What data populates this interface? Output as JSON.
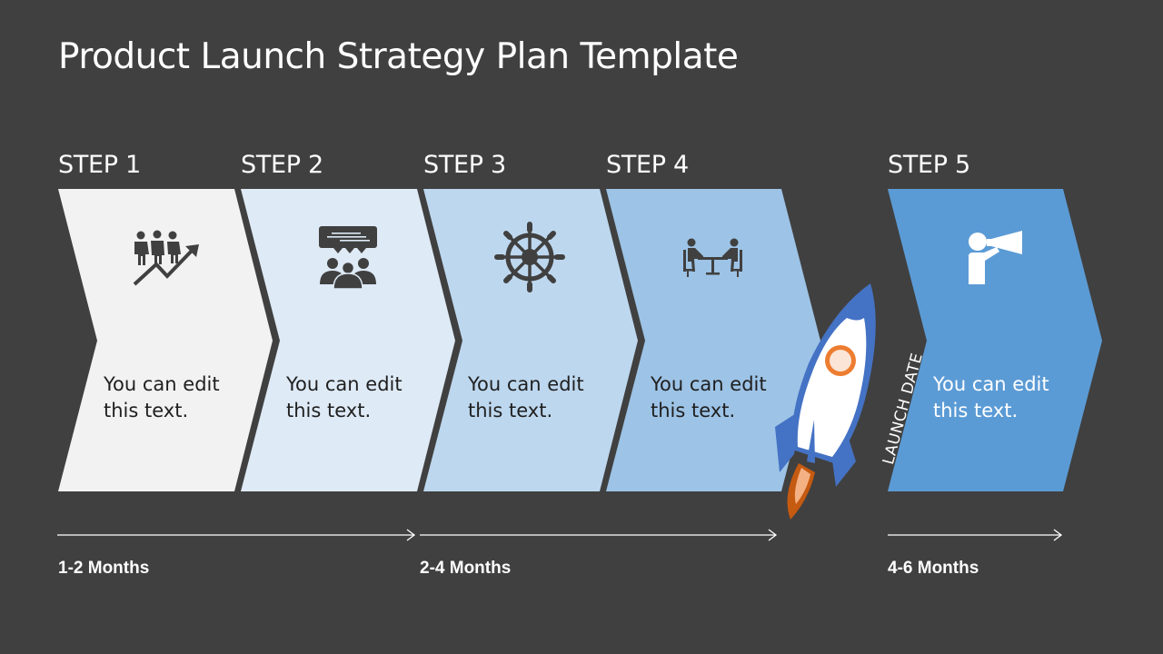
{
  "title": "Product Launch Strategy Plan Template",
  "colors": {
    "background": "#404040",
    "step1": "#F2F2F2",
    "step2": "#DDE8F5",
    "step3": "#BDD7EE",
    "step4": "#9DC3E6",
    "step5": "#5B9BD5",
    "icon_dark": "#404040",
    "rocket_blue": "#4472C4",
    "rocket_flame": "#ED7D31"
  },
  "steps": [
    {
      "label": "STEP 1",
      "icon": "people-growth-chart-icon",
      "text_line1": "You can edit",
      "text_line2": "this text."
    },
    {
      "label": "STEP 2",
      "icon": "group-discussion-icon",
      "text_line1": "You can edit",
      "text_line2": "this text."
    },
    {
      "label": "STEP 3",
      "icon": "ship-wheel-icon",
      "text_line1": "You can edit",
      "text_line2": "this text."
    },
    {
      "label": "STEP 4",
      "icon": "meeting-table-icon",
      "text_line1": "You can edit",
      "text_line2": "this text."
    },
    {
      "label": "STEP 5",
      "icon": "megaphone-person-icon",
      "text_line1": "You can edit",
      "text_line2": "this text."
    }
  ],
  "launch": {
    "label": "LAUNCH DATE",
    "icon": "rocket-icon"
  },
  "timeline": [
    {
      "label": "1-2 Months"
    },
    {
      "label": "2-4 Months"
    },
    {
      "label": "4-6 Months"
    }
  ]
}
